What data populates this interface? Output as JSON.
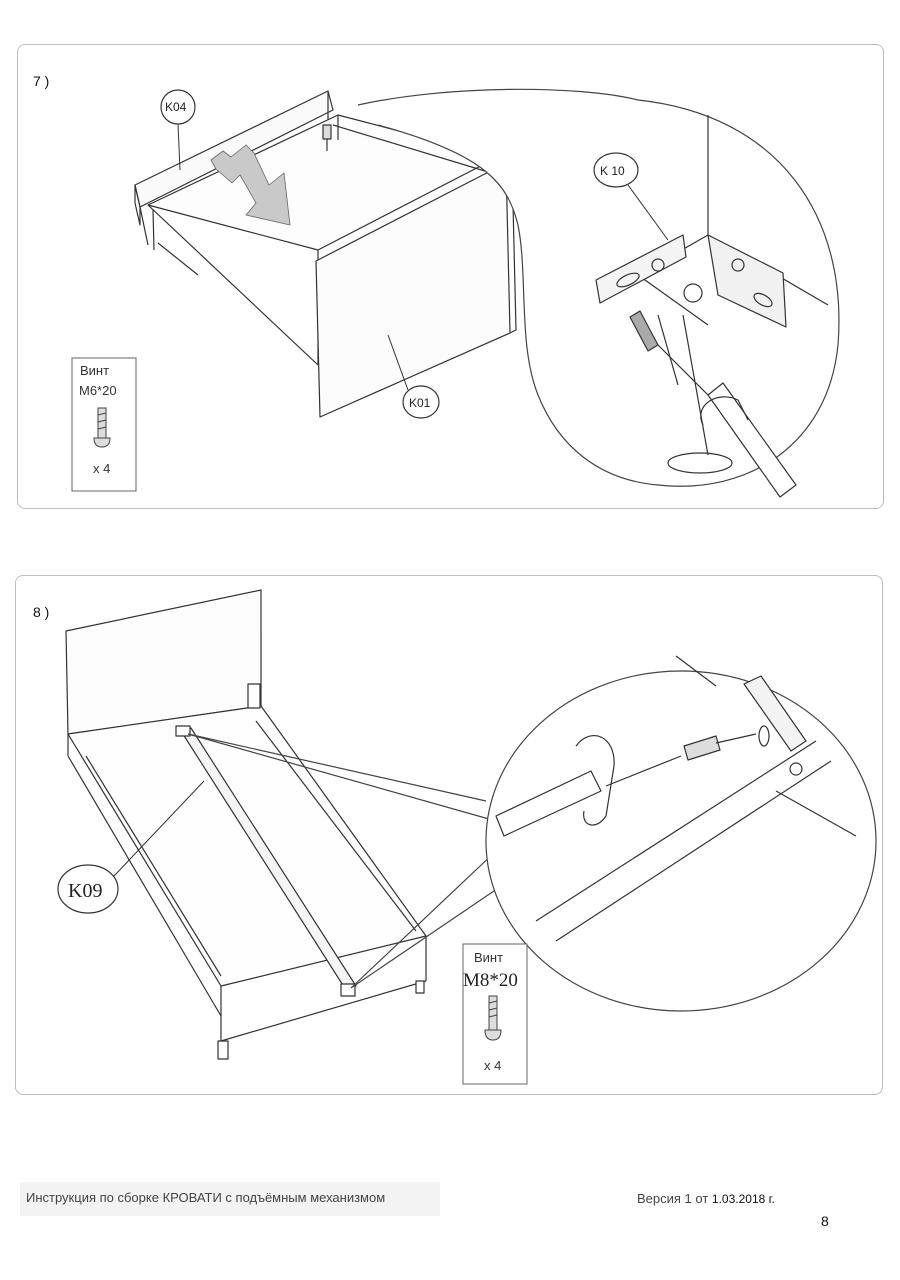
{
  "steps": [
    {
      "number": "7 )",
      "labels": {
        "panel_a": "K04",
        "panel_b": "K01",
        "bracket": "K 10"
      },
      "hardware": {
        "name": "Винт",
        "size": "M6*20",
        "quantity": "x 4"
      }
    },
    {
      "number": "8 )",
      "labels": {
        "beam": "K09"
      },
      "hardware": {
        "name": "Винт",
        "size": "M8*20",
        "quantity": "x 4"
      }
    }
  ],
  "footer": {
    "title": "Инструкция по сборке КРОВАТИ с подъёмным механизмом",
    "version_label": "Версия 1 от ",
    "version_date": "1.03.2018 г.",
    "page_number": "8"
  }
}
